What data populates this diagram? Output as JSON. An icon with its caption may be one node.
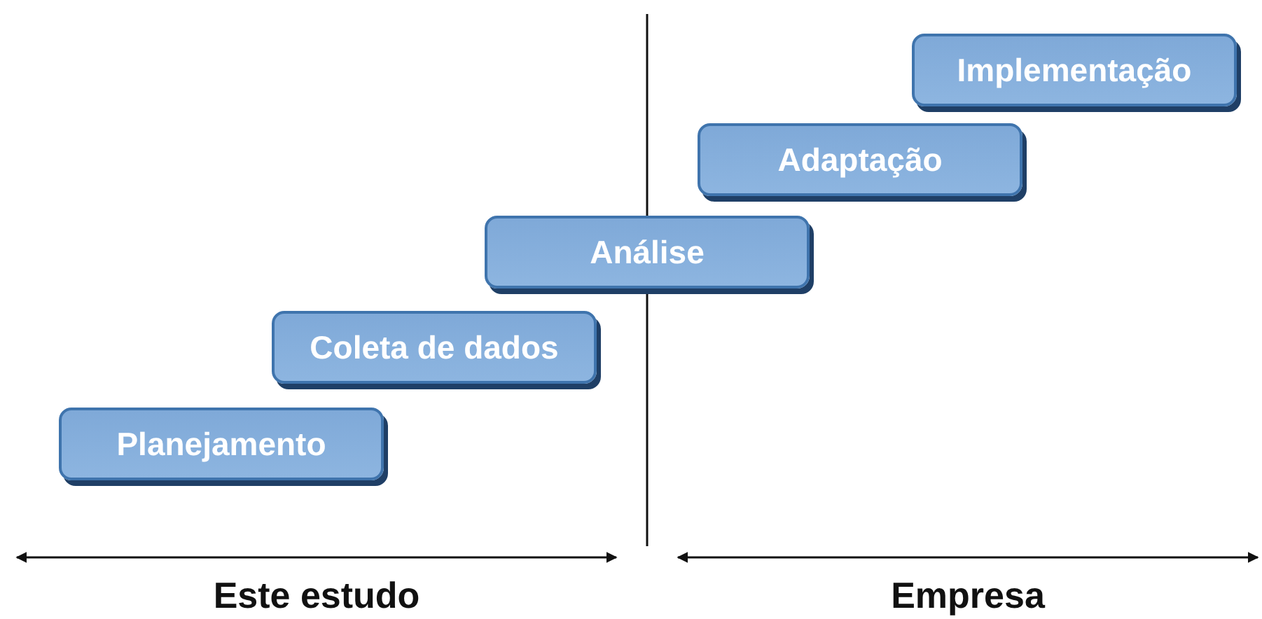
{
  "diagram": {
    "nodes": [
      {
        "text": [
          "Planejamento"
        ]
      },
      {
        "text": [
          "Coleta de dados"
        ]
      },
      {
        "text": [
          "Análise"
        ]
      },
      {
        "text": [
          "Adaptação"
        ]
      },
      {
        "text": [
          "Implementação"
        ]
      }
    ],
    "labels": [
      "Este estudo",
      "Empresa"
    ]
  }
}
